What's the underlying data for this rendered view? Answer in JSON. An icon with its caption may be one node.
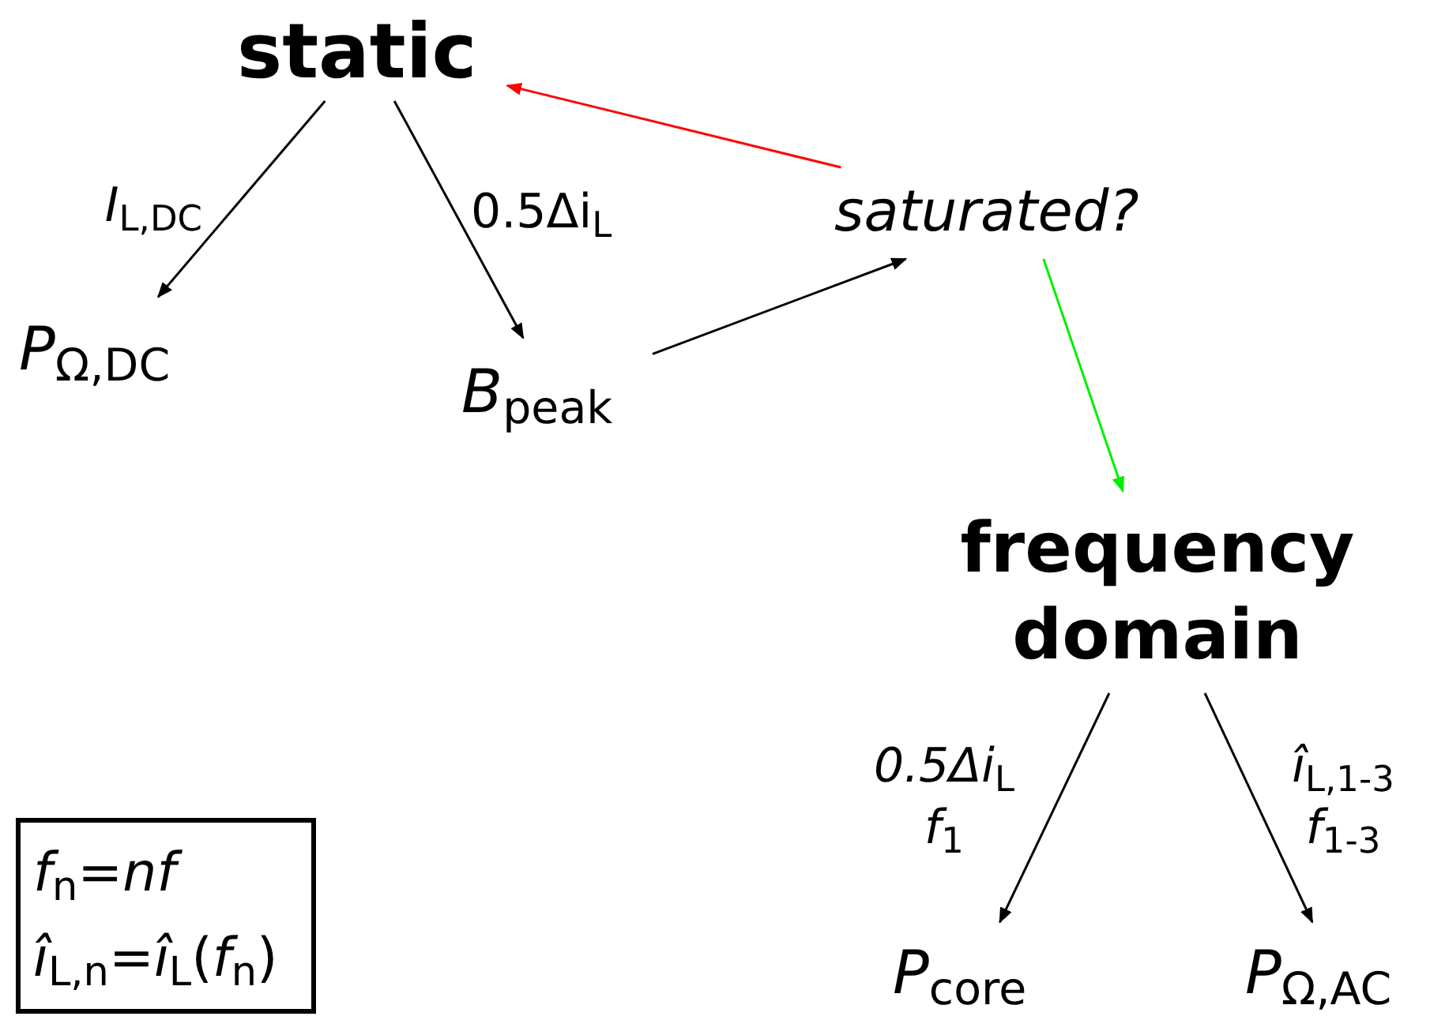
{
  "diagram": {
    "nodes": [
      {
        "text": [
          "static"
        ]
      },
      {
        "text": [
          "*P*$_{Ω,DC}$"
        ]
      },
      {
        "text": [
          "*B*$_{peak}$"
        ]
      },
      {
        "text": [
          "saturated?"
        ]
      },
      {
        "text": [
          "frequency domain"
        ]
      },
      {
        "text": [
          "*P*$_{core}$"
        ]
      },
      {
        "text": [
          "*P*$_{Ω,AC}$"
        ]
      },
      {
        "text": [
          "*f*$_{n}$=*nf*",
          "*î*$_{L,n}$=*î*$_{L}$(*f*$_{n}$)"
        ]
      }
    ],
    "edges": [
      {
        "from": 0,
        "to": 1,
        "arrow": "to",
        "label": "*I*$_{L,DC}$"
      },
      {
        "from": 0,
        "to": 2,
        "arrow": "to",
        "label": "0.5Δi$_{L}$"
      },
      {
        "from": 2,
        "to": 3,
        "arrow": "to"
      },
      {
        "from": 3,
        "to": 0,
        "arrow": "to",
        "color": "#ff0000"
      },
      {
        "from": 3,
        "to": 4,
        "arrow": "to",
        "color": "#00ee00"
      },
      {
        "from": 4,
        "to": 5,
        "arrow": "to",
        "label": "*0.5Δi*$_{L}$ *f*$_{1}$"
      },
      {
        "from": 4,
        "to": 6,
        "arrow": "to",
        "label": "*î*$_{L,1-3}$ *f*$_{1-3}$"
      }
    ]
  }
}
